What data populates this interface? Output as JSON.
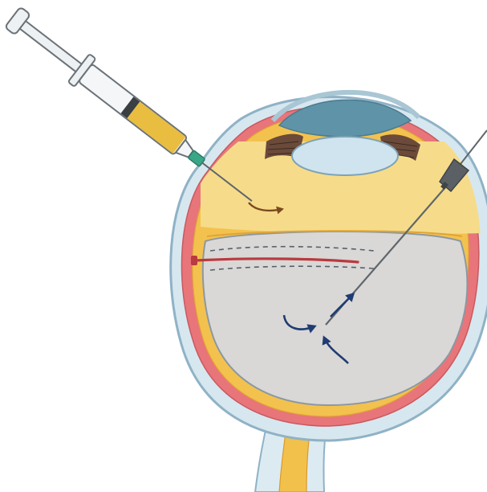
{
  "diagram": {
    "subject": "eye-injection-procedure",
    "elements": {
      "syringe": "syringe-icon",
      "cannula": "cannula-icon",
      "eyeball": "eyeball-icon",
      "lens": "lens-icon",
      "cornea": "cornea-icon",
      "optic_nerve": "optic-nerve-icon",
      "yellow_fluid": "injected-fluid",
      "vitreous": "vitreous-body",
      "retinal_tear": "retinal-tear",
      "flow_arrows": "flow-arrow-icons"
    },
    "colors": {
      "background": "#ffffff",
      "sclera_outer": "#c9dde8",
      "sclera_edge": "#8fb2c6",
      "choroid": "#e8757a",
      "retina": "#f3c24e",
      "yellow_fluid": "#f6dc8a",
      "vitreous": "#d9d8d6",
      "lens": "#cfe4ef",
      "cornea": "#5e93a8",
      "syringe_barrel": "#eef1f3",
      "syringe_liquid": "#e9bd3f",
      "needle_hub": "#3aa688",
      "cannula_hub": "#5b6064",
      "arrow_brown": "#7a4a1e",
      "arrow_navy": "#1f3c73",
      "tear": "#b93a3f",
      "optic_nerve_fill": "#f2c14b"
    }
  }
}
